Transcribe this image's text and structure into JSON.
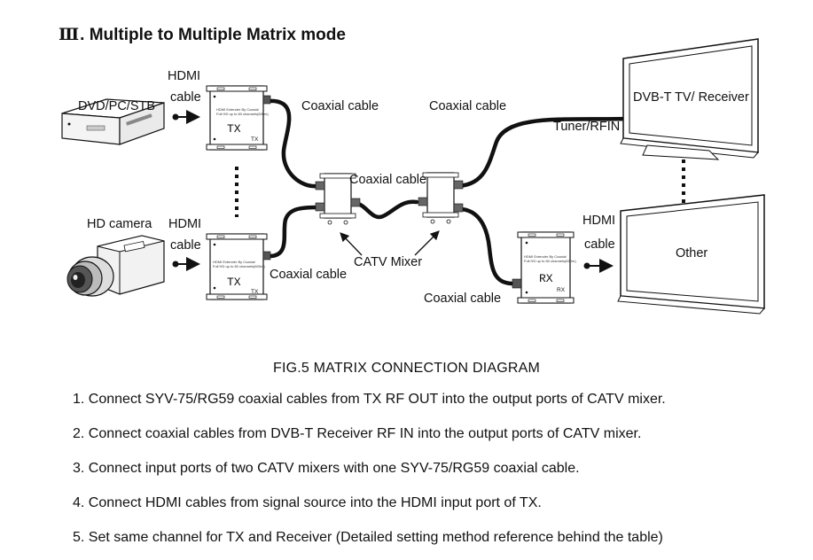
{
  "title": {
    "roman": "Ⅲ",
    "text": ". Multiple to Multiple Matrix mode"
  },
  "diagram": {
    "labels": {
      "dvd": "DVD/PC/STB",
      "hdmi_top": "HDMI",
      "cable_top": "cable",
      "camera": "HD camera",
      "hdmi_mid": "HDMI",
      "cable_mid": "cable",
      "coax_tx1": "Coaxial cable",
      "coax_tx2": "Coaxial cable",
      "coax_mixers": "Coaxial cable",
      "coax_tv": "Coaxial cable",
      "coax_rx": "Coaxial cable",
      "catv_mixer": "CATV Mixer",
      "tuner": "Tuner/RFIN",
      "tv_top": "DVB-T TV/ Receiver",
      "tv_bottom": "Other",
      "hdmi_right": "HDMI",
      "cable_right": "cable"
    },
    "devices": {
      "tx_label": "TX",
      "rx_label": "RX",
      "tx_sub": "TX",
      "rx_sub": "RX",
      "box_text_1": "HDMI Extender By Coaxial",
      "box_text_2": "Full HD up to 60 channels(600m)"
    }
  },
  "caption": "FIG.5 MATRIX CONNECTION DIAGRAM",
  "steps": [
    "1. Connect SYV-75/RG59 coaxial cables from TX RF OUT into the output ports of CATV mixer.",
    "2. Connect coaxial cables from DVB-T Receiver RF IN into the output ports of CATV mixer.",
    "3. Connect input ports of two CATV mixers with one SYV-75/RG59 coaxial cable.",
    "4. Connect HDMI cables from signal source into the HDMI input port of TX.",
    "5. Set same channel for TX and Receiver (Detailed setting method reference behind the table)"
  ]
}
